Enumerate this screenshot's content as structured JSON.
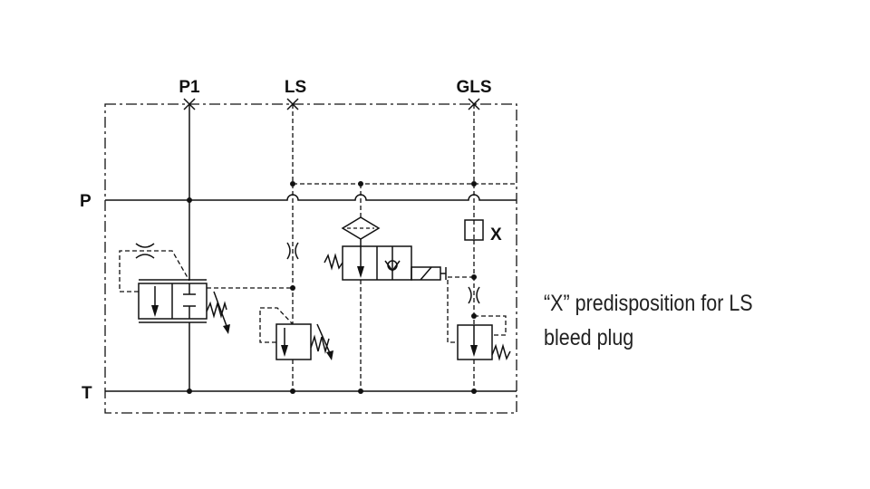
{
  "ports": {
    "p1": "P1",
    "ls": "LS",
    "gls": "GLS",
    "p": "P",
    "t": "T",
    "x": "X"
  },
  "note": {
    "line1": "“X” predisposition for LS",
    "line2": "bleed plug"
  }
}
